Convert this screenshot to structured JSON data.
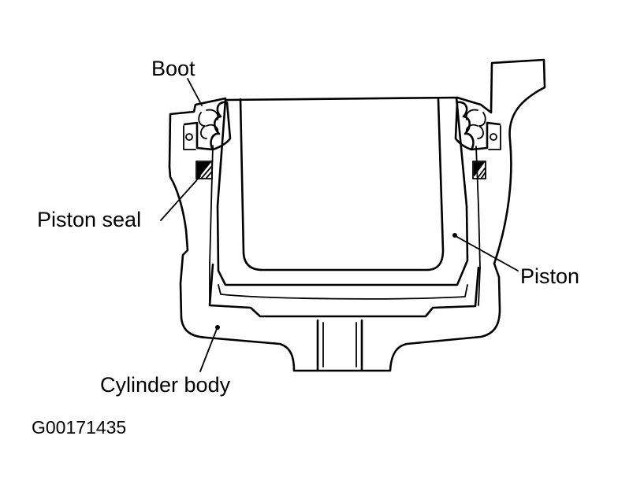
{
  "labels": {
    "boot": "Boot",
    "piston_seal": "Piston seal",
    "piston": "Piston",
    "cylinder_body": "Cylinder body"
  },
  "figure_code": "G00171435"
}
